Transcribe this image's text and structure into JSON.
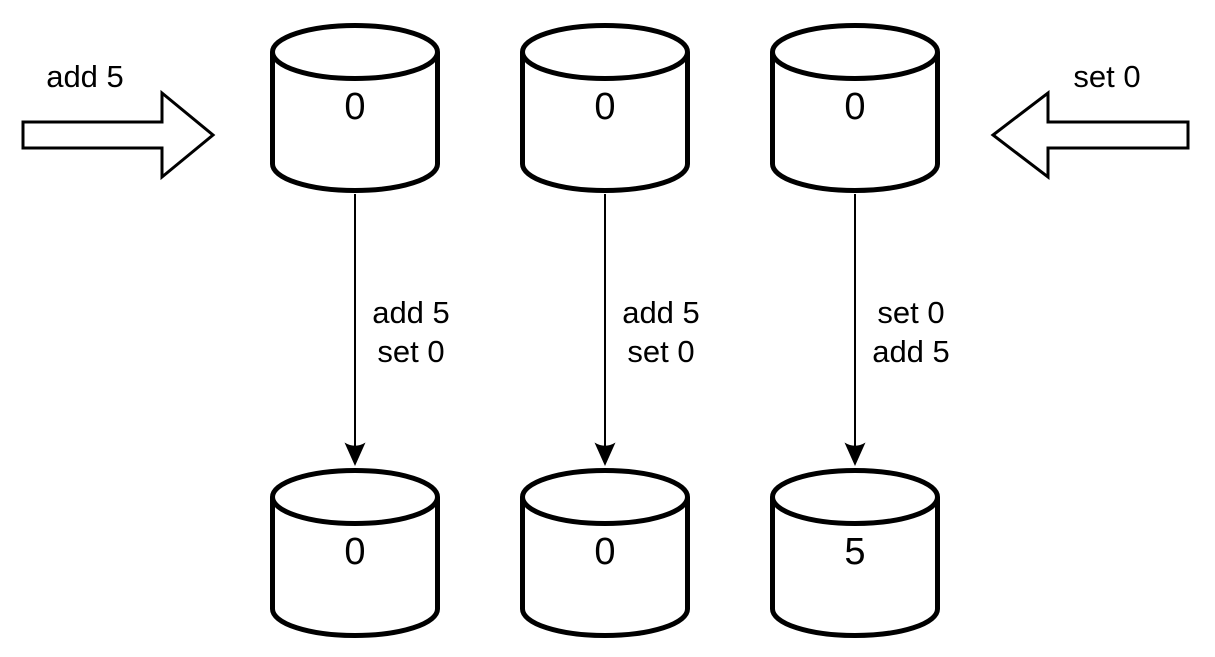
{
  "colors": {
    "stroke": "#000000",
    "fill": "#ffffff",
    "background": "#ffffff"
  },
  "incoming_operations": {
    "left": {
      "label": "add 5"
    },
    "right": {
      "label": "set 0"
    }
  },
  "replicas_before": [
    {
      "value": "0"
    },
    {
      "value": "0"
    },
    {
      "value": "0"
    }
  ],
  "applied_operations": [
    {
      "line1": "add 5",
      "line2": "set 0"
    },
    {
      "line1": "add 5",
      "line2": "set 0"
    },
    {
      "line1": "set 0",
      "line2": "add 5"
    }
  ],
  "replicas_after": [
    {
      "value": "0"
    },
    {
      "value": "0"
    },
    {
      "value": "5"
    }
  ]
}
